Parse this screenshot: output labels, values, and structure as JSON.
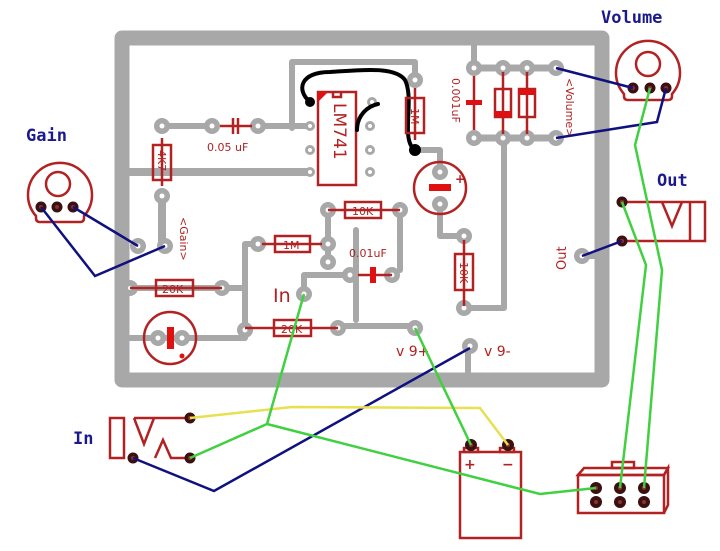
{
  "diagram": {
    "type": "stripboard-layout",
    "subject": "LM741 op-amp guitar preamp / booster wiring layout",
    "colors": {
      "board_trace": "#a8a8a8",
      "component_outline": "#b22222",
      "component_fill": "#e01010",
      "external_label": "#1a1a8c",
      "wire_blue": "#101080",
      "wire_green": "#40d040",
      "wire_yellow": "#e8e050",
      "jumper_black": "#000000"
    }
  },
  "external_labels": {
    "gain": "Gain",
    "volume": "Volume",
    "out": "Out",
    "in": "In"
  },
  "board_labels": {
    "ic": "LM741",
    "cap_005": "0.05 uF",
    "res_4k7": "4K7",
    "gain_pads": "<Gain>",
    "res_1m_top": "1M",
    "res_1m_mid": "1M",
    "res_10k_a": "10K",
    "res_10k_b": "10K",
    "cap_001": "0.01uF",
    "cap_0001": "0.001uF",
    "volume_pads": "<Volume>",
    "res_20k_a": "20K",
    "res_20k_b": "20K",
    "in_pad": "In",
    "out_pad": "Out",
    "v9_plus": "v 9+",
    "v9_minus": "v 9-",
    "elec_plus": "+"
  },
  "battery": {
    "plus": "+",
    "minus": "−"
  },
  "components": [
    {
      "id": "U1",
      "type": "op-amp IC",
      "value": "LM741"
    },
    {
      "id": "R-4K7",
      "type": "resistor",
      "value": "4K7"
    },
    {
      "id": "R-1M-a",
      "type": "resistor",
      "value": "1M"
    },
    {
      "id": "R-1M-b",
      "type": "resistor",
      "value": "1M"
    },
    {
      "id": "R-10K-a",
      "type": "resistor",
      "value": "10K"
    },
    {
      "id": "R-10K-b",
      "type": "resistor",
      "value": "10K"
    },
    {
      "id": "R-20K-a",
      "type": "resistor",
      "value": "20K"
    },
    {
      "id": "R-20K-b",
      "type": "resistor",
      "value": "20K"
    },
    {
      "id": "C-005",
      "type": "capacitor",
      "value": "0.05 uF"
    },
    {
      "id": "C-001",
      "type": "capacitor",
      "value": "0.01uF"
    },
    {
      "id": "C-0001",
      "type": "capacitor",
      "value": "0.001uF"
    },
    {
      "id": "D1",
      "type": "diode"
    },
    {
      "id": "D2",
      "type": "diode"
    },
    {
      "id": "C-elec-1",
      "type": "electrolytic capacitor"
    },
    {
      "id": "C-elec-2",
      "type": "electrolytic capacitor"
    },
    {
      "id": "POT-gain",
      "type": "potentiometer",
      "label": "Gain"
    },
    {
      "id": "POT-volume",
      "type": "potentiometer",
      "label": "Volume"
    },
    {
      "id": "J-in",
      "type": "jack",
      "label": "In"
    },
    {
      "id": "J-out",
      "type": "jack",
      "label": "Out"
    },
    {
      "id": "BAT",
      "type": "9V battery"
    },
    {
      "id": "SW",
      "type": "3PDT footswitch"
    }
  ]
}
